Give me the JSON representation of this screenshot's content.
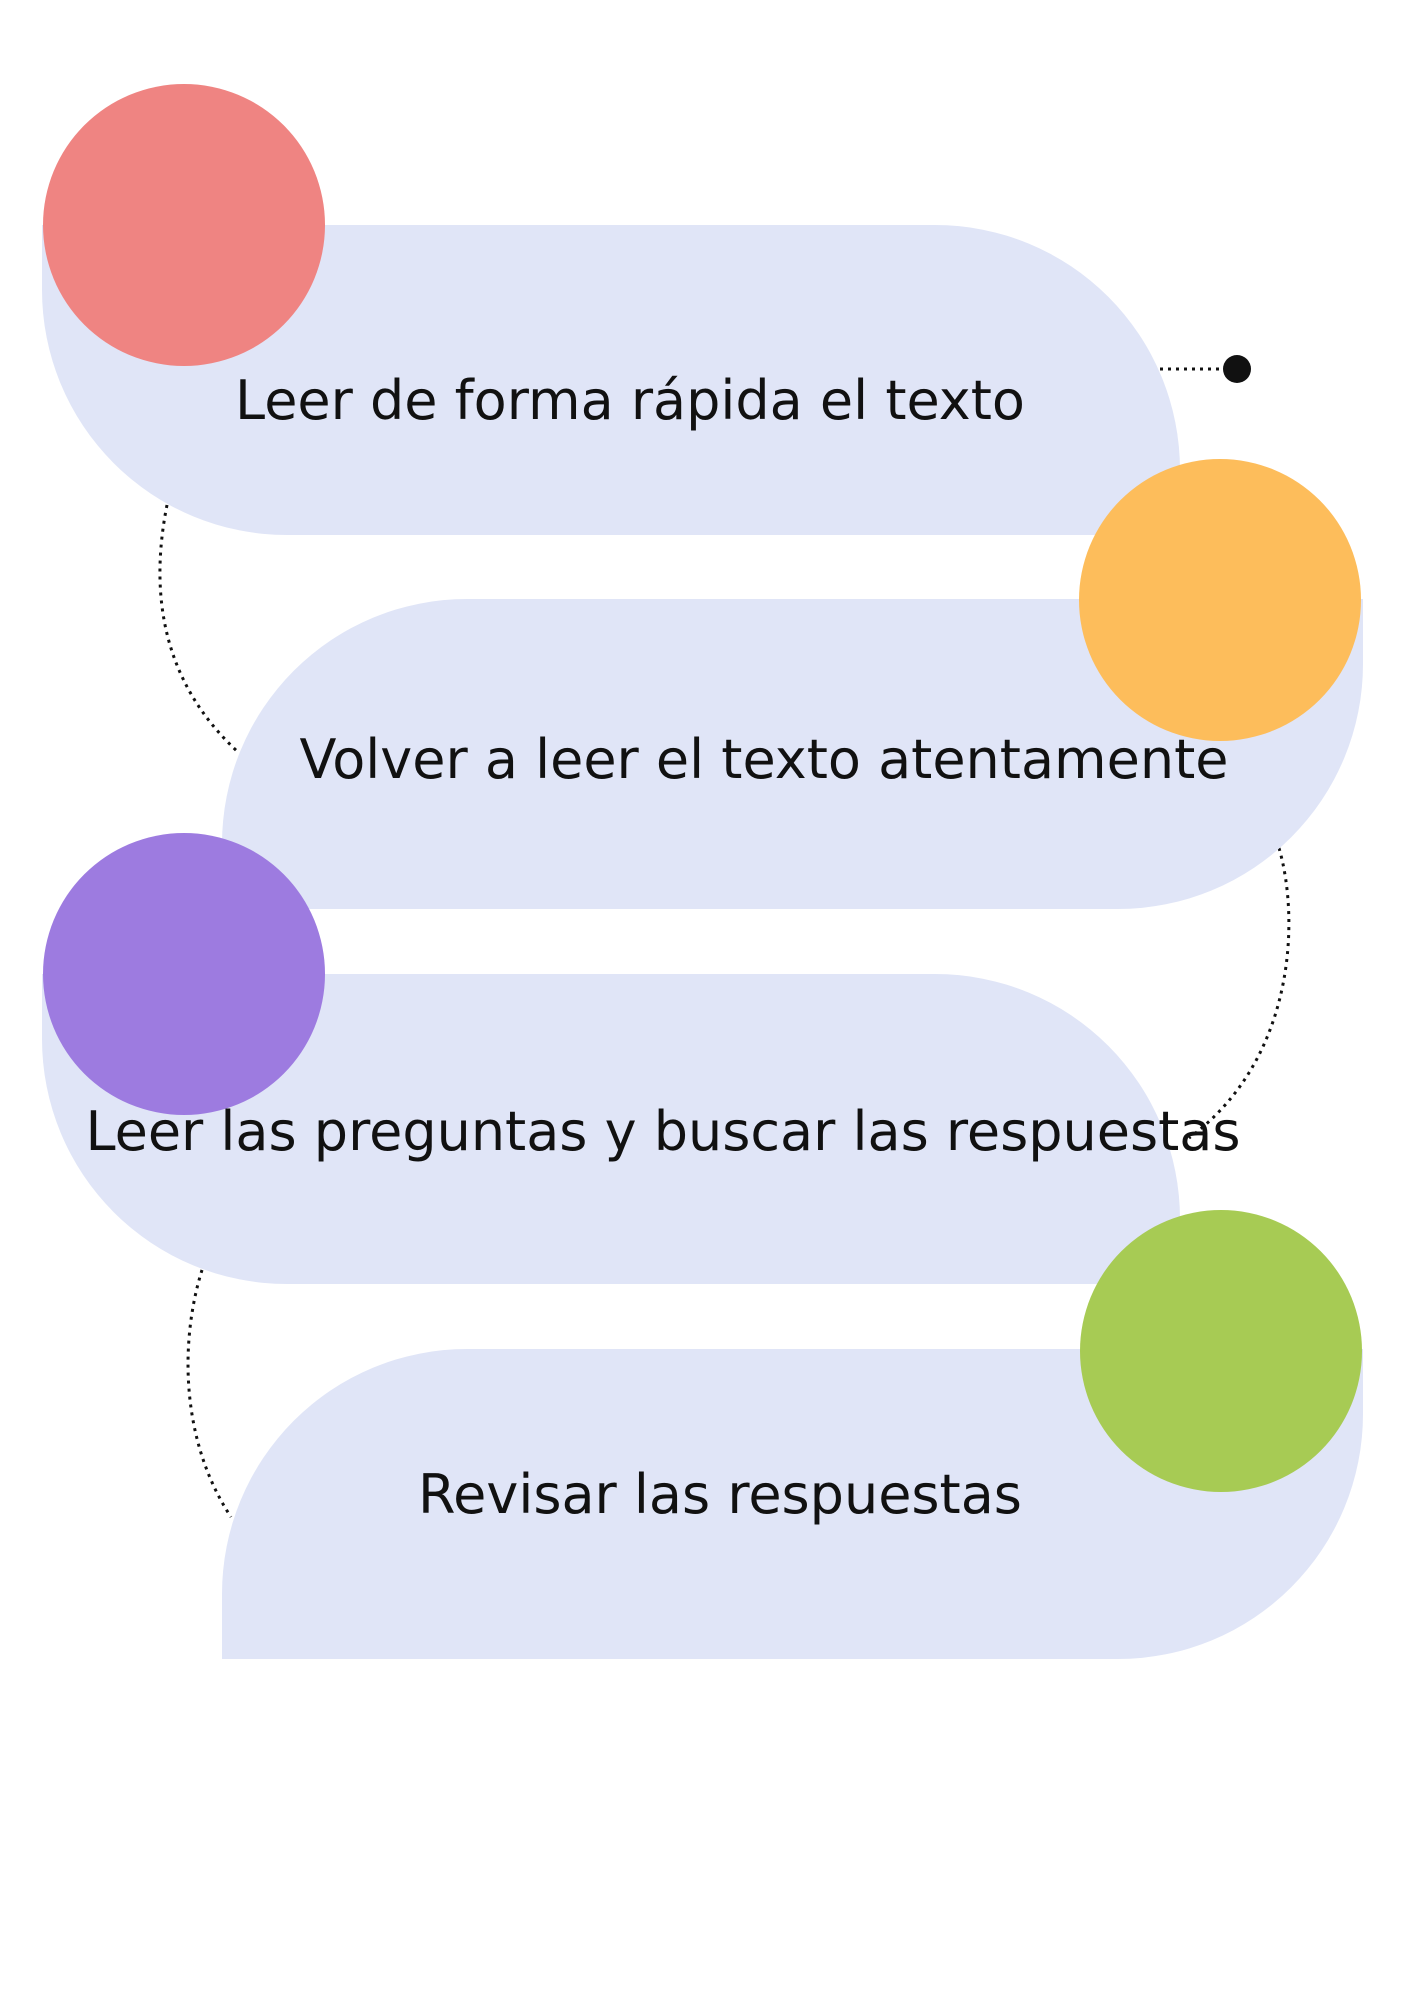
{
  "steps": [
    {
      "label": "Leer de forma rápida el texto",
      "color": "#EF8482"
    },
    {
      "label": "Volver a leer el texto atentamente",
      "color": "#FDBD5B"
    },
    {
      "label": "Leer las preguntas y buscar las respuestas",
      "color": "#9D7BE0"
    },
    {
      "label": "Revisar las respuestas",
      "color": "#A7CB54"
    }
  ],
  "colors": {
    "band": "#E0E5F7",
    "connector": "#111111"
  }
}
